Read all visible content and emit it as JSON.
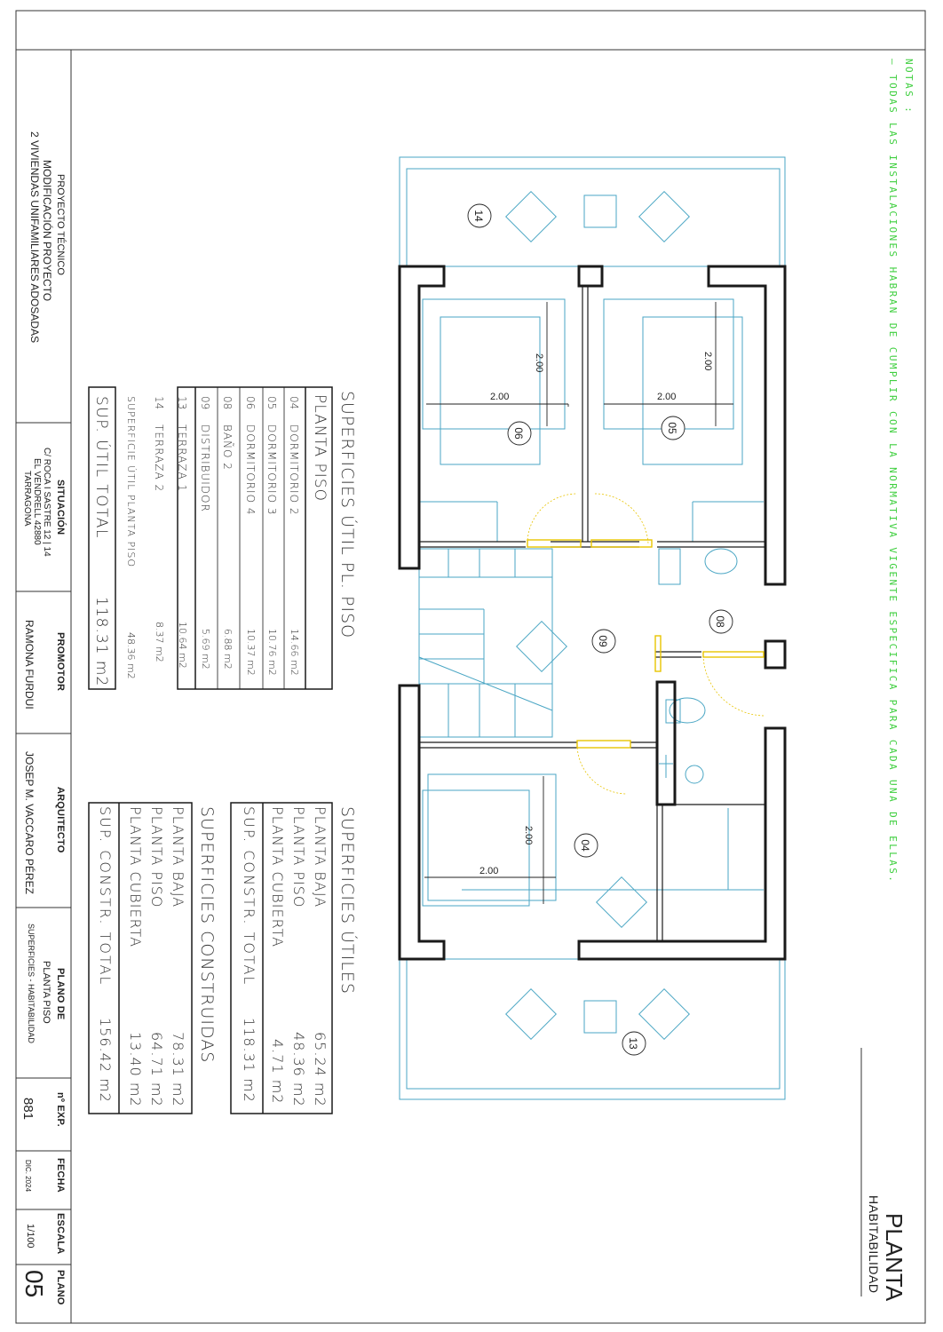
{
  "notes": {
    "heading": "NOTAS :",
    "line1": "– TODAS LAS INSTALACIONES HABRAN DE CUMPLIR CON LA NORMATIVA VIGENTE ESPECIFICA PARA CADA UNA DE ELLAS."
  },
  "sheet_title": {
    "main": "PLANTA",
    "sub": "HABITABILIDAD"
  },
  "title_block": {
    "proyecto_label": "PROYECTO TÉCNICO",
    "proyecto_line2": "MODIFICACIÓN PROYECTO",
    "proyecto_line3": "2 VIVIENDAS UNIFAMILIARES ADOSADAS",
    "situacion_label": "SITUACIÓN",
    "situacion_line1": "C/ ROCA I SASTRE 12 | 14",
    "situacion_line2": "EL VENDRELL 42880",
    "situacion_line3": "TARRAGONA",
    "promotor_label": "PROMOTOR",
    "promotor_value": "RAMONA FURDUI",
    "arquitecto_label": "ARQUITECTO",
    "arquitecto_value": "JOSEP M. VACCARO PÉREZ",
    "plano_de_label": "PLANO DE",
    "plano_de_line1": "PLANTA PISO",
    "plano_de_line2": "SUPERFICIES - HABITABILIDAD",
    "nexp_label": "nº EXP.",
    "nexp_value": "881",
    "fecha_label": "FECHA",
    "fecha_value": "DIC. 2024",
    "escala_label": "ESCALA",
    "escala_value": "1/100",
    "plano_label": "PLANO",
    "plano_value": "05"
  },
  "table_util_piso": {
    "title": "SUPERFICIES ÚTIL PL. PISO",
    "subtitle": "PLANTA PISO",
    "rows": [
      {
        "code": "04",
        "name": "DORMITORIO 2",
        "area": "14.66 m2"
      },
      {
        "code": "05",
        "name": "DORMITORIO 3",
        "area": "10.76 m2"
      },
      {
        "code": "06",
        "name": "DORMITORIO 4",
        "area": "10.37 m2"
      },
      {
        "code": "08",
        "name": "BAÑO 2",
        "area": "6.88 m2"
      },
      {
        "code": "09",
        "name": "DISTRIBUIDOR",
        "area": "5.69 m2"
      }
    ],
    "terraces": [
      {
        "code": "13",
        "name": "TERRAZA 1",
        "area": "10.64 m2"
      },
      {
        "code": "14",
        "name": "TERRAZA 2",
        "area": "8.37 m2"
      }
    ],
    "subtotal_label": "SUPERFICIE ÚTIL PLANTA PISO",
    "subtotal_value": "48.36 m2",
    "total_label": "SUP. ÚTIL TOTAL",
    "total_value": "118.31 m2"
  },
  "table_utiles": {
    "title": "SUPERFICIES ÚTILES",
    "rows": [
      {
        "name": "PLANTA BAJA",
        "area": "65.24 m2"
      },
      {
        "name": "PLANTA PISO",
        "area": "48.36 m2"
      },
      {
        "name": "PLANTA CUBIERTA",
        "area": "4.71 m2"
      }
    ],
    "total_label": "SUP. CONSTR. TOTAL",
    "total_value": "118.31 m2"
  },
  "table_construidas": {
    "title": "SUPERFICIES CONSTRUIDAS",
    "rows": [
      {
        "name": "PLANTA BAJA",
        "area": "78.31 m2"
      },
      {
        "name": "PLANTA PISO",
        "area": "64.71 m2"
      },
      {
        "name": "PLANTA CUBIERTA",
        "area": "13.40 m2"
      }
    ],
    "total_label": "SUP. CONSTR. TOTAL",
    "total_value": "156.42 m2"
  },
  "plan": {
    "room_tags": [
      "14",
      "06",
      "05",
      "08",
      "09",
      "04",
      "13"
    ],
    "dimension_label": "2.00"
  },
  "colors": {
    "notes": "#3fcf3f",
    "plan_lines": "#4aa6c4",
    "walls": "#1a1a1a",
    "doors": "#e8c400"
  }
}
